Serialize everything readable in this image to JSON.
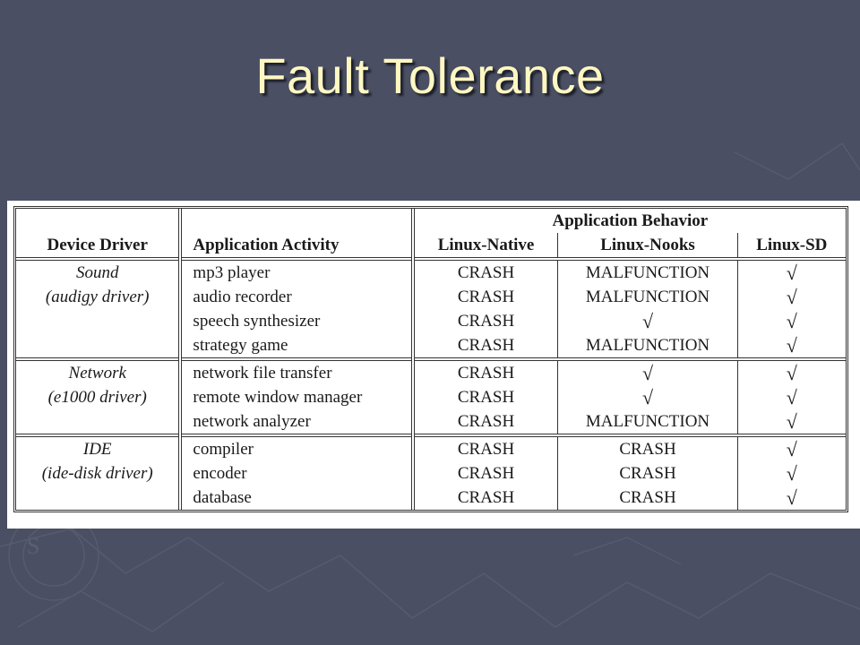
{
  "slide": {
    "title": "Fault Tolerance"
  },
  "table": {
    "group_header": "Application Behavior",
    "columns": {
      "driver": "Device Driver",
      "activity": "Application Activity",
      "native": "Linux-Native",
      "nooks": "Linux-Nooks",
      "sd": "Linux-SD"
    },
    "groups": [
      {
        "name": "Sound",
        "driver": "(audigy driver)",
        "rows": [
          {
            "activity": "mp3 player",
            "native": "CRASH",
            "nooks": "MALFUNCTION",
            "sd": "√"
          },
          {
            "activity": "audio recorder",
            "native": "CRASH",
            "nooks": "MALFUNCTION",
            "sd": "√"
          },
          {
            "activity": "speech synthesizer",
            "native": "CRASH",
            "nooks": "√",
            "sd": "√"
          },
          {
            "activity": "strategy game",
            "native": "CRASH",
            "nooks": "MALFUNCTION",
            "sd": "√"
          }
        ]
      },
      {
        "name": "Network",
        "driver": "(e1000 driver)",
        "rows": [
          {
            "activity": "network file transfer",
            "native": "CRASH",
            "nooks": "√",
            "sd": "√"
          },
          {
            "activity": "remote window manager",
            "native": "CRASH",
            "nooks": "√",
            "sd": "√"
          },
          {
            "activity": "network analyzer",
            "native": "CRASH",
            "nooks": "MALFUNCTION",
            "sd": "√"
          }
        ]
      },
      {
        "name": "IDE",
        "driver": "(ide-disk driver)",
        "rows": [
          {
            "activity": "compiler",
            "native": "CRASH",
            "nooks": "CRASH",
            "sd": "√"
          },
          {
            "activity": "encoder",
            "native": "CRASH",
            "nooks": "CRASH",
            "sd": "√"
          },
          {
            "activity": "database",
            "native": "CRASH",
            "nooks": "CRASH",
            "sd": "√"
          }
        ]
      }
    ]
  },
  "colors": {
    "background": "#4a4f63",
    "title": "#fff7c2"
  }
}
